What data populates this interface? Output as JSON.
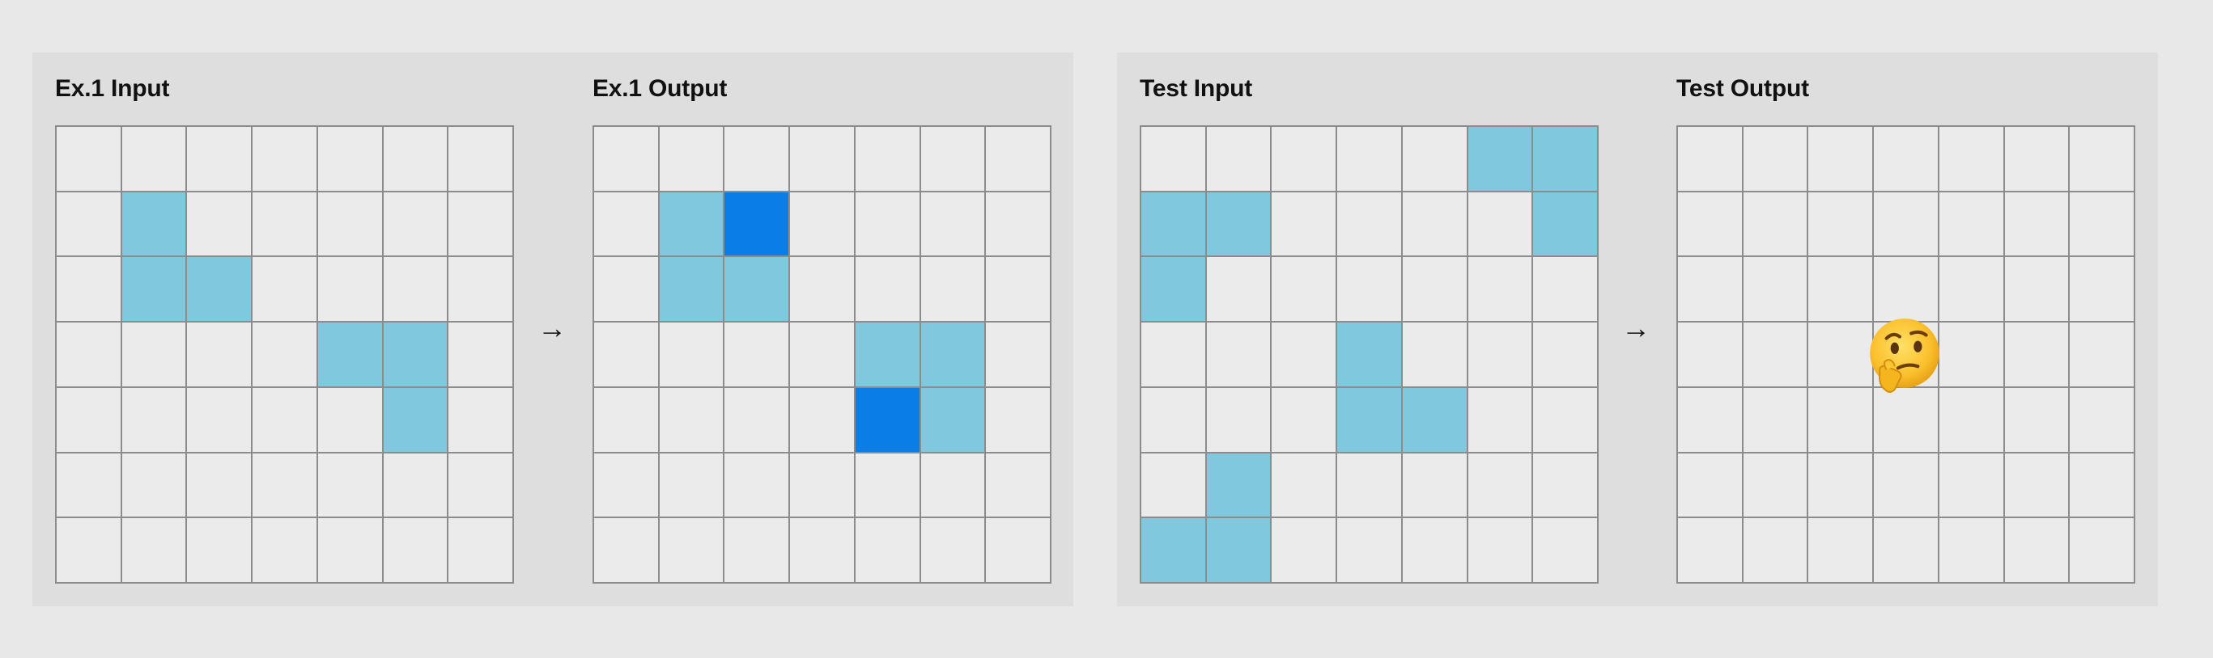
{
  "panels": [
    {
      "examples": [
        {
          "input": {
            "title": "Ex.1 Input",
            "cells": [
              [
                0,
                0,
                0,
                0,
                0,
                0,
                0
              ],
              [
                0,
                1,
                0,
                0,
                0,
                0,
                0
              ],
              [
                0,
                1,
                1,
                0,
                0,
                0,
                0
              ],
              [
                0,
                0,
                0,
                0,
                1,
                1,
                0
              ],
              [
                0,
                0,
                0,
                0,
                0,
                1,
                0
              ],
              [
                0,
                0,
                0,
                0,
                0,
                0,
                0
              ],
              [
                0,
                0,
                0,
                0,
                0,
                0,
                0
              ]
            ]
          },
          "arrow": "→",
          "output": {
            "title": "Ex.1 Output",
            "cells": [
              [
                0,
                0,
                0,
                0,
                0,
                0,
                0
              ],
              [
                0,
                1,
                2,
                0,
                0,
                0,
                0
              ],
              [
                0,
                1,
                1,
                0,
                0,
                0,
                0
              ],
              [
                0,
                0,
                0,
                0,
                1,
                1,
                0
              ],
              [
                0,
                0,
                0,
                0,
                2,
                1,
                0
              ],
              [
                0,
                0,
                0,
                0,
                0,
                0,
                0
              ],
              [
                0,
                0,
                0,
                0,
                0,
                0,
                0
              ]
            ]
          }
        }
      ]
    },
    {
      "examples": [
        {
          "input": {
            "title": "Test Input",
            "cells": [
              [
                0,
                0,
                0,
                0,
                0,
                1,
                1
              ],
              [
                1,
                1,
                0,
                0,
                0,
                0,
                1
              ],
              [
                1,
                0,
                0,
                0,
                0,
                0,
                0
              ],
              [
                0,
                0,
                0,
                1,
                0,
                0,
                0
              ],
              [
                0,
                0,
                0,
                1,
                1,
                0,
                0
              ],
              [
                0,
                1,
                0,
                0,
                0,
                0,
                0
              ],
              [
                1,
                1,
                0,
                0,
                0,
                0,
                0
              ]
            ]
          },
          "arrow": "→",
          "output": {
            "title": "Test Output",
            "cells": [
              [
                0,
                0,
                0,
                0,
                0,
                0,
                0
              ],
              [
                0,
                0,
                0,
                0,
                0,
                0,
                0
              ],
              [
                0,
                0,
                0,
                0,
                0,
                0,
                0
              ],
              [
                0,
                0,
                0,
                0,
                0,
                0,
                0
              ],
              [
                0,
                0,
                0,
                0,
                0,
                0,
                0
              ],
              [
                0,
                0,
                0,
                0,
                0,
                0,
                0
              ],
              [
                0,
                0,
                0,
                0,
                0,
                0,
                0
              ]
            ],
            "overlay_icon": "thinking-face-icon"
          }
        }
      ]
    }
  ],
  "colors": {
    "empty": "#ebebeb",
    "light_blue": "#80c8dd",
    "dark_blue": "#0a7de6",
    "grid_line": "#8c8c8c"
  }
}
